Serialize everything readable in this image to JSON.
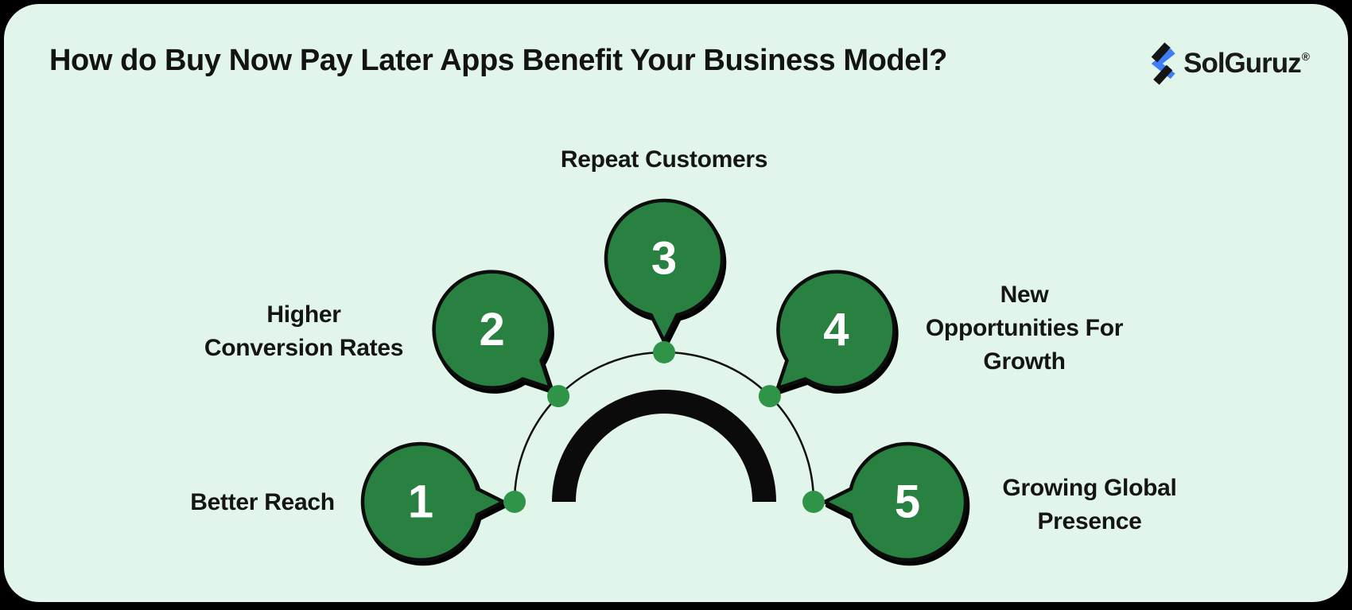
{
  "page": {
    "background_color": "#000000",
    "card_color": "#E2F5EA"
  },
  "header": {
    "title": "How do Buy Now Pay Later Apps Benefit Your Business Model?"
  },
  "logo": {
    "text": "SolGuruz",
    "registered_mark": "®",
    "accent_blue": "#3E7DF8",
    "ink": "#1a1a1a"
  },
  "diagram": {
    "bubble_color": "#288140",
    "dot_color": "#2F9447",
    "items": [
      {
        "number": "1",
        "label_lines": [
          "Better Reach"
        ]
      },
      {
        "number": "2",
        "label_lines": [
          "Higher",
          "Conversion Rates"
        ]
      },
      {
        "number": "3",
        "label_lines": [
          "Repeat Customers"
        ]
      },
      {
        "number": "4",
        "label_lines": [
          "New",
          "Opportunities For",
          "Growth"
        ]
      },
      {
        "number": "5",
        "label_lines": [
          "Growing Global",
          "Presence"
        ]
      }
    ]
  }
}
